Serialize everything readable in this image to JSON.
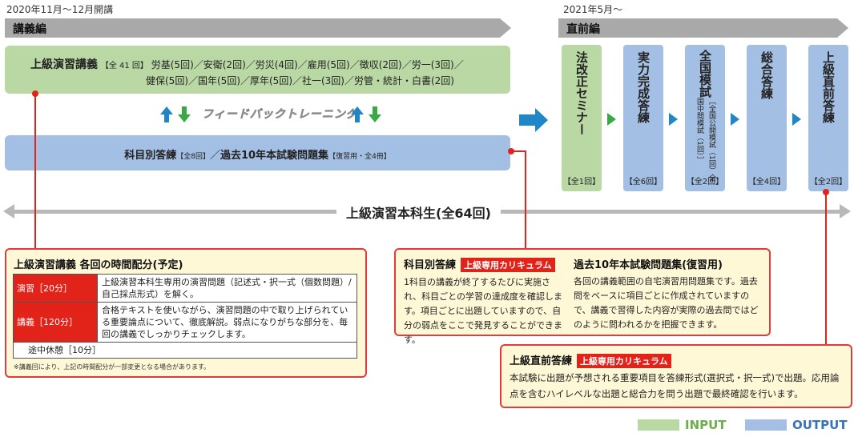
{
  "periods": {
    "left_date": "2020年11月～12月開講",
    "right_date": "2021年5月～",
    "left_band": "講義編",
    "right_band": "直前編"
  },
  "lecture": {
    "title": "上級演習講義",
    "total": "【全 41 回】",
    "line1": "労基(5回)／安衛(2回)／労災(4回)／雇用(5回)／徴収(2回)／労一(3回)／",
    "line2": "健保(5回)／国年(5回)／厚年(5回)／社一(3回)／労管・統計・白書(2回)"
  },
  "feedback": {
    "label": "フィードバックトレーニング"
  },
  "answer_practice": {
    "title": "科目別答練",
    "count": "【全8回】",
    "separator": "／",
    "title2": "過去10年本試験問題集",
    "note": "【復習用・全4冊】"
  },
  "final_columns": [
    {
      "title": "法改正セミナー",
      "count": "【全1回】",
      "sub": ""
    },
    {
      "title": "実力完成答練",
      "count": "【全6回】",
      "sub": ""
    },
    {
      "title": "全国模試",
      "count": "【全2回】",
      "sub": "［全国公開模試（1回）全国中間模試（1回）］"
    },
    {
      "title": "総合答練",
      "count": "【全4回】",
      "sub": ""
    },
    {
      "title": "上級直前答練",
      "count": "【全2回】",
      "sub": ""
    }
  ],
  "span_label": "上級演習本科生(全64回)",
  "schedule_panel": {
    "title": "上級演習講義 各回の時間配分(予定)",
    "rows": [
      {
        "label": "演習［20分］",
        "desc": "上級演習本科生専用の演習問題（記述式・択一式（個数問題）/自己採点形式）を解く。"
      },
      {
        "label": "講義［120分］",
        "desc": "合格テキストを使いながら、演習問題の中で取り上げられている重要論点について、徹底解説。弱点になりがちな部分を、毎回の講義でしっかりチェックします。"
      }
    ],
    "break": "途中休憩［10分］",
    "footnote": "※講義回により、上記の時間配分が一部変更となる場合があります。"
  },
  "practice_panel": {
    "title1": "科目別答練",
    "tag": "上級専用カリキュラム",
    "text1": "1科目の講義が終了するたびに実施され、科目ごとの学習の達成度を確認します。項目ごとに出題していますので、自分の弱点をここで発見することができます。",
    "title2": "過去10年本試験問題集(復習用)",
    "text2": "各回の講義範囲の自宅演習用問題集です。過去問をベースに項目ごとに作成されていますので、講義で習得した内容が実際の過去問ではどのように問われるかを把握できます。"
  },
  "final_panel": {
    "title": "上級直前答練",
    "tag": "上級専用カリキュラム",
    "text": "本試験に出題が予想される重要項目を答練形式(選択式・択一式)で出題。応用論点を含むハイレベルな出題と総合力を問う出題で最終確認を行います。"
  },
  "legend": {
    "input": "INPUT",
    "output": "OUTPUT"
  },
  "colors": {
    "input": "#b9d8a4",
    "output": "#a4bfe4",
    "accent": "#e2231a",
    "arrow": "#1f86c8",
    "band": "#a9a9a9"
  }
}
